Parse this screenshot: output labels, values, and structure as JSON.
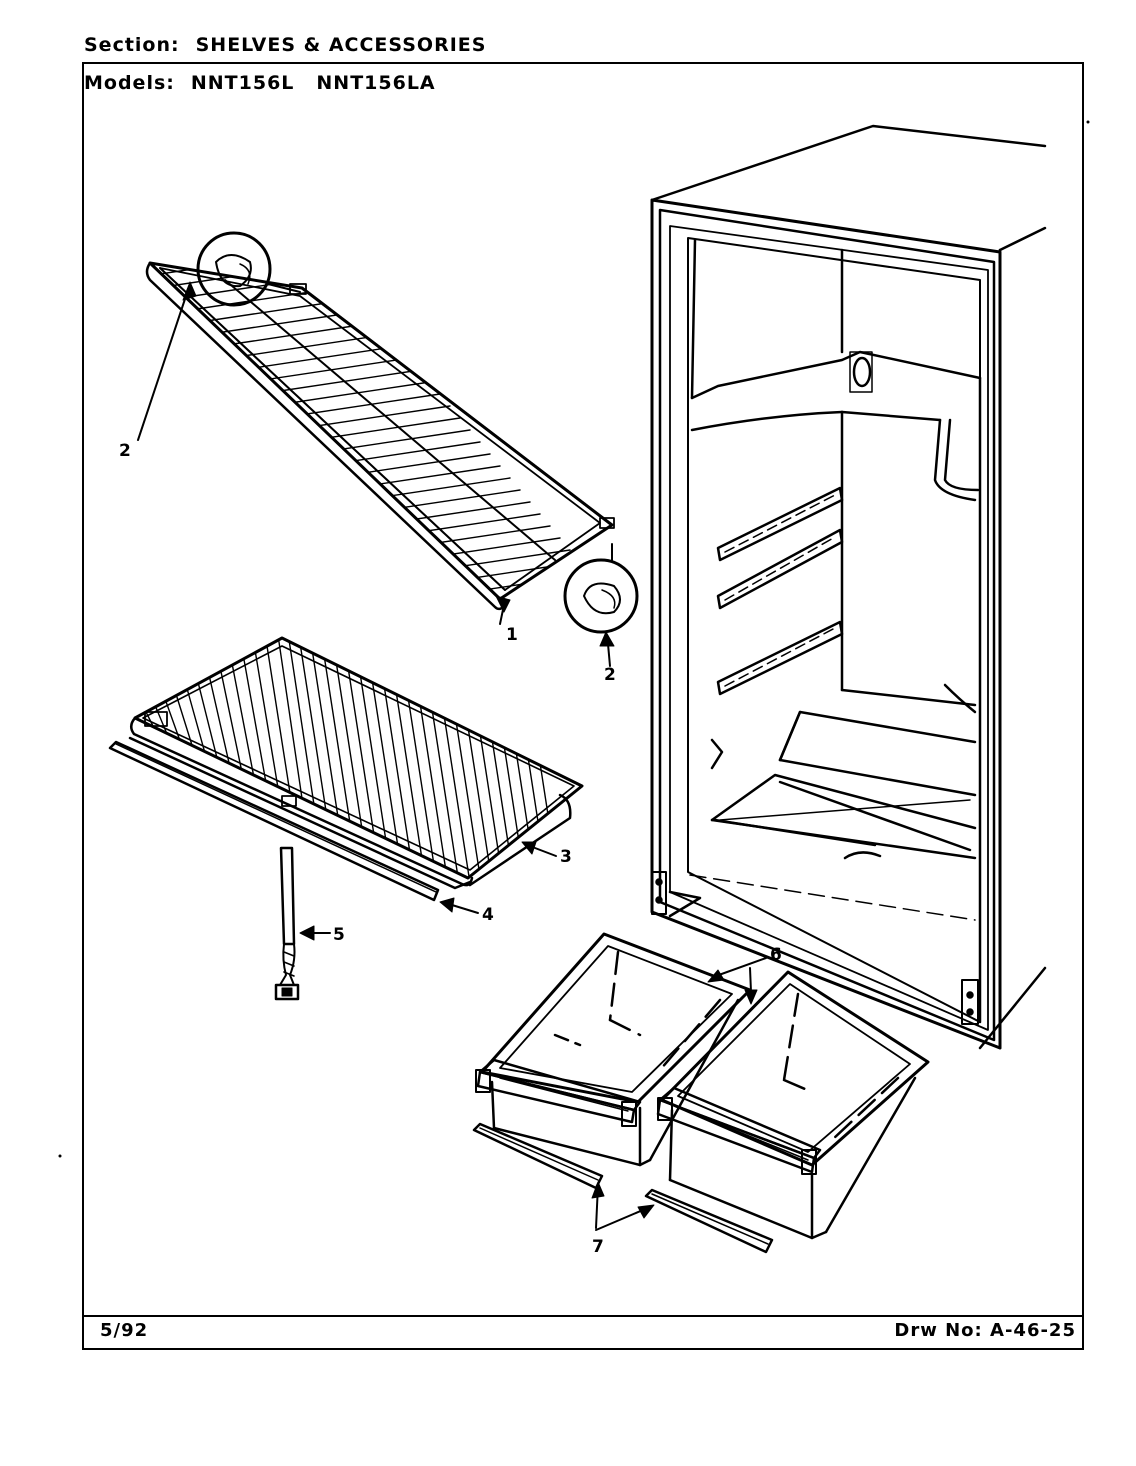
{
  "header": {
    "section_label": "Section:",
    "section_value": "SHELVES & ACCESSORIES",
    "models_label": "Models:",
    "models": [
      "NNT156L",
      "NNT156LA"
    ]
  },
  "footer": {
    "date": "5/92",
    "drawing_number": "Drw No: A-46-25"
  },
  "callouts": [
    "1",
    "2",
    "2",
    "3",
    "4",
    "5",
    "6",
    "7"
  ]
}
